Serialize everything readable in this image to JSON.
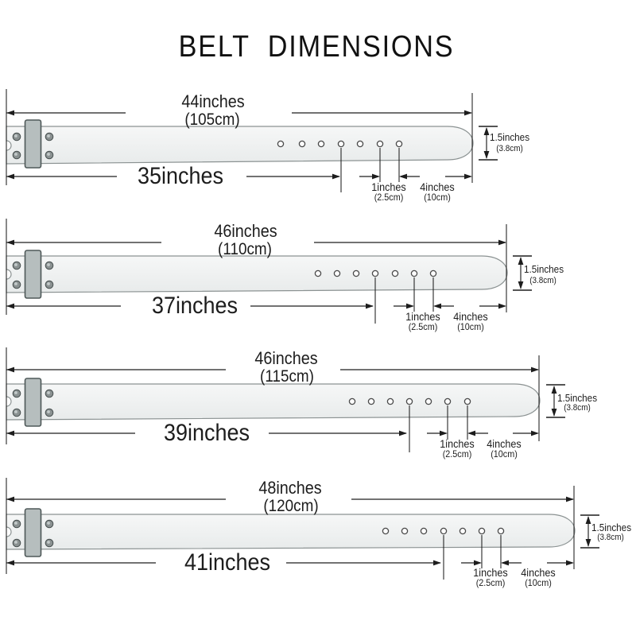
{
  "title": "BELT  DIMENSIONS",
  "colors": {
    "line": "#1d1d1d",
    "text": "#1d1d1d",
    "strap_fill": "#f0f2f2",
    "strap_stroke": "#8b9292",
    "buckle_fill": "#b6bebe",
    "buckle_stroke": "#4e5858",
    "background": "#ffffff"
  },
  "belts": [
    {
      "total_in": "44inches",
      "total_cm": "(105cm)",
      "size": "35inches",
      "width_in": "1.5inches",
      "width_cm": "(3.8cm)",
      "hole_in": "1inches",
      "hole_cm": "(2.5cm)",
      "tip_in": "4inches",
      "tip_cm": "(10cm)"
    },
    {
      "total_in": "46inches",
      "total_cm": "(110cm)",
      "size": "37inches",
      "width_in": "1.5inches",
      "width_cm": "(3.8cm)",
      "hole_in": "1inches",
      "hole_cm": "(2.5cm)",
      "tip_in": "4inches",
      "tip_cm": "(10cm)"
    },
    {
      "total_in": "46inches",
      "total_cm": "(115cm)",
      "size": "39inches",
      "width_in": "1.5inches",
      "width_cm": "(3.8cm)",
      "hole_in": "1inches",
      "hole_cm": "(2.5cm)",
      "tip_in": "4inches",
      "tip_cm": "(10cm)"
    },
    {
      "total_in": "48inches",
      "total_cm": "(120cm)",
      "size": "41inches",
      "width_in": "1.5inches",
      "width_cm": "(3.8cm)",
      "hole_in": "1inches",
      "hole_cm": "(2.5cm)",
      "tip_in": "4inches",
      "tip_cm": "(10cm)"
    }
  ]
}
